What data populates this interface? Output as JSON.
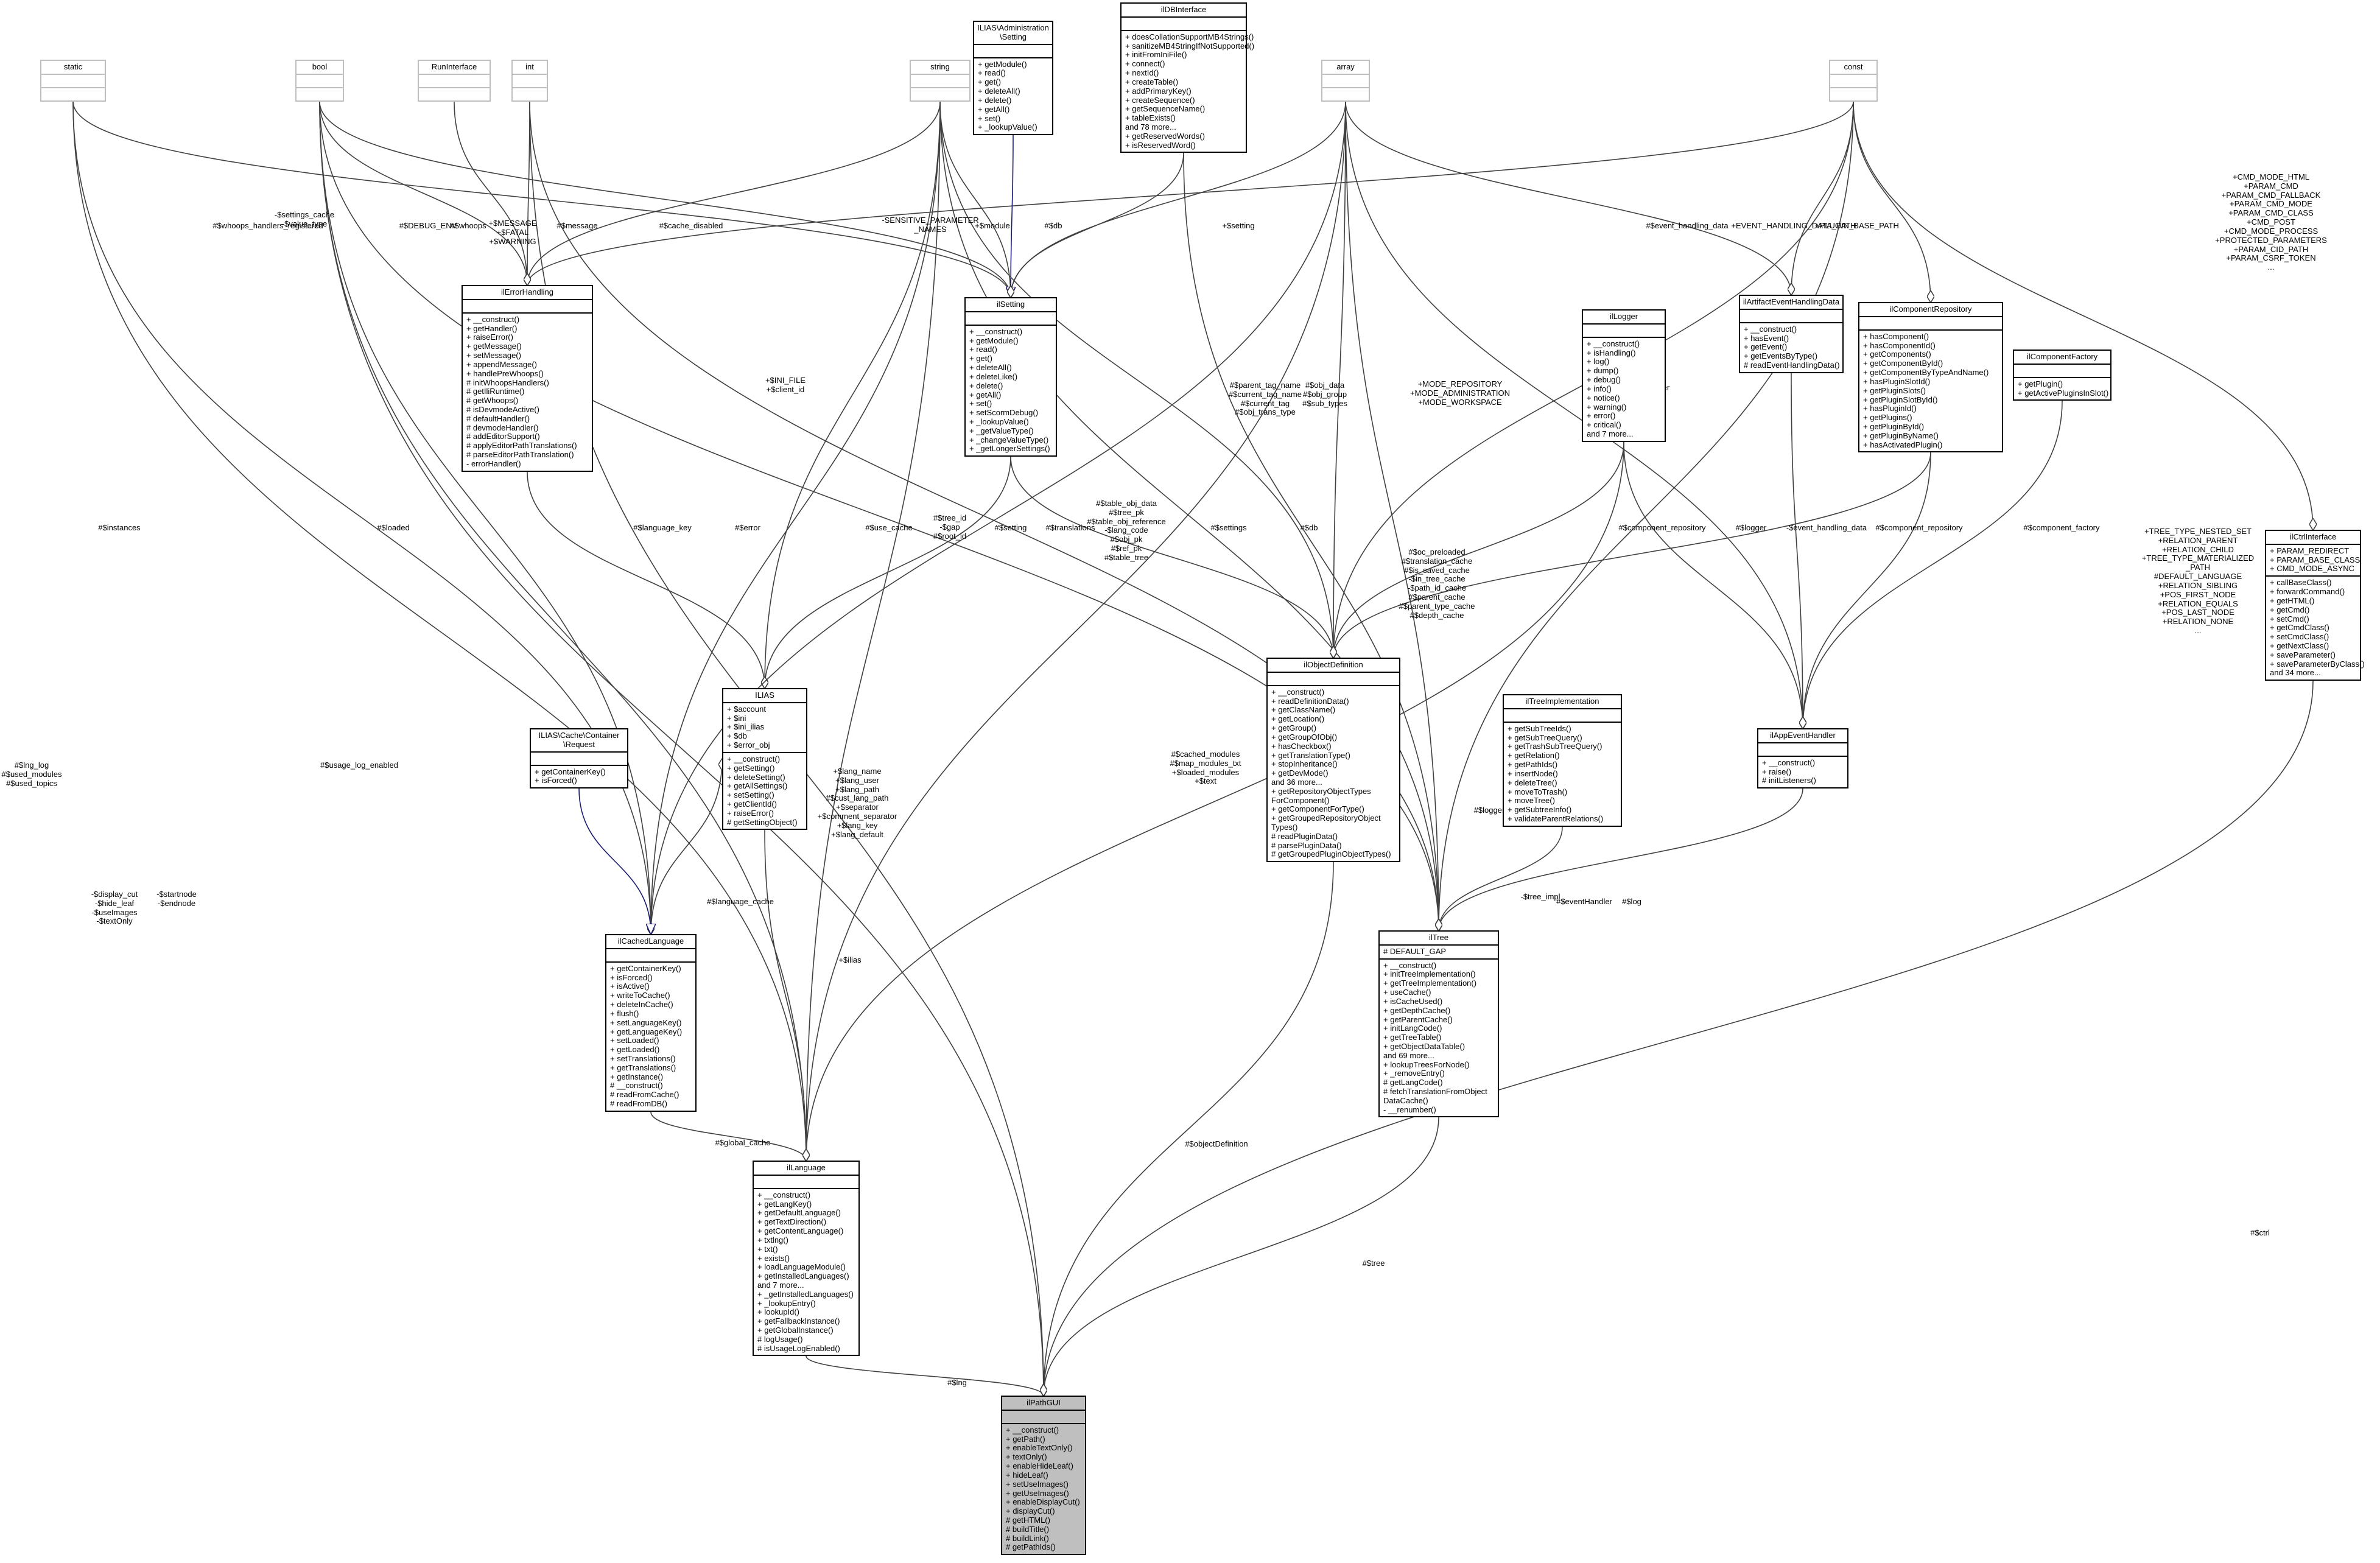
{
  "diagram": {
    "nodes": [
      {
        "key": "static",
        "title": "static",
        "grey": true,
        "sections": [
          [],
          []
        ]
      },
      {
        "key": "bool",
        "title": "bool",
        "grey": true,
        "sections": [
          [],
          []
        ]
      },
      {
        "key": "RunInterface",
        "title": "RunInterface",
        "grey": true,
        "sections": [
          [],
          []
        ]
      },
      {
        "key": "int",
        "title": "int",
        "grey": true,
        "sections": [
          [],
          []
        ]
      },
      {
        "key": "string",
        "title": "string",
        "grey": true,
        "sections": [
          [],
          []
        ]
      },
      {
        "key": "Setting",
        "title": "ILIAS\\Administration\n\\Setting",
        "sections": [
          [],
          [
            "+ getModule()",
            "+ read()",
            "+ get()",
            "+ deleteAll()",
            "+ delete()",
            "+ getAll()",
            "+ set()",
            "+ _lookupValue()"
          ]
        ]
      },
      {
        "key": "ilDBInterface",
        "title": "ilDBInterface",
        "sections": [
          [],
          [
            "+ doesCollationSupportMB4Strings()",
            "+ sanitizeMB4StringIfNotSupported()",
            "+ initFromIniFile()",
            "+ connect()",
            "+ nextId()",
            "+ createTable()",
            "+ addPrimaryKey()",
            "+ createSequence()",
            "+ getSequenceName()",
            "+ tableExists()",
            "and 78 more...",
            "+ getReservedWords()",
            "+ isReservedWord()"
          ]
        ]
      },
      {
        "key": "array",
        "title": "array",
        "grey": true,
        "sections": [
          [],
          []
        ]
      },
      {
        "key": "const",
        "title": "const",
        "grey": true,
        "sections": [
          [],
          []
        ]
      },
      {
        "key": "ilErrorHandling",
        "title": "ilErrorHandling",
        "sections": [
          [],
          [
            "+ __construct()",
            "+ getHandler()",
            "+ raiseError()",
            "+ getMessage()",
            "+ setMessage()",
            "+ appendMessage()",
            "+ handlePreWhoops()",
            "# initWhoopsHandlers()",
            "# getIliRuntime()",
            "# getWhoops()",
            "# isDevmodeActive()",
            "# defaultHandler()",
            "# devmodeHandler()",
            "# addEditorSupport()",
            "# applyEditorPathTranslations()",
            "# parseEditorPathTranslation()",
            "- errorHandler()"
          ]
        ]
      },
      {
        "key": "ilSetting",
        "title": "ilSetting",
        "sections": [
          [],
          [
            "+ __construct()",
            "+ getModule()",
            "+ read()",
            "+ get()",
            "+ deleteAll()",
            "+ deleteLike()",
            "+ delete()",
            "+ getAll()",
            "+ set()",
            "+ setScormDebug()",
            "+ _lookupValue()",
            "+ _getValueType()",
            "+ _changeValueType()",
            "+ _getLongerSettings()"
          ]
        ]
      },
      {
        "key": "ilLogger",
        "title": "ilLogger",
        "sections": [
          [],
          [
            "+ __construct()",
            "+ isHandling()",
            "+ log()",
            "+ dump()",
            "+ debug()",
            "+ info()",
            "+ notice()",
            "+ warning()",
            "+ error()",
            "+ critical()",
            "and 7 more..."
          ]
        ]
      },
      {
        "key": "ilArtifactEventHandlingData",
        "title": "ilArtifactEventHandlingData",
        "sections": [
          [],
          [
            "+ __construct()",
            "+ hasEvent()",
            "+ getEvent()",
            "+ getEventsByType()",
            "# readEventHandlingData()"
          ]
        ]
      },
      {
        "key": "ilComponentRepository",
        "title": "ilComponentRepository",
        "sections": [
          [],
          [
            "+ hasComponent()",
            "+ hasComponentId()",
            "+ getComponents()",
            "+ getComponentById()",
            "+ getComponentByTypeAndName()",
            "+ hasPluginSlotId()",
            "+ getPluginSlots()",
            "+ getPluginSlotById()",
            "+ hasPluginId()",
            "+ getPlugins()",
            "+ getPluginById()",
            "+ getPluginByName()",
            "+ hasActivatedPlugin()"
          ]
        ]
      },
      {
        "key": "ilComponentFactory",
        "title": "ilComponentFactory",
        "sections": [
          [],
          [
            "+ getPlugin()",
            "+ getActivePluginsInSlot()"
          ]
        ]
      },
      {
        "key": "ilCtrlInterface",
        "title": "ilCtrlInterface",
        "sections": [
          [
            "+ PARAM_REDIRECT",
            "+ PARAM_BASE_CLASS",
            "+ CMD_MODE_ASYNC"
          ],
          [
            "+ callBaseClass()",
            "+ forwardCommand()",
            "+ getHTML()",
            "+ getCmd()",
            "+ setCmd()",
            "+ getCmdClass()",
            "+ setCmdClass()",
            "+ getNextClass()",
            "+ saveParameter()",
            "+ saveParameterByClass()",
            "and 34 more..."
          ]
        ]
      },
      {
        "key": "ILIAS",
        "title": "ILIAS",
        "sections": [
          [
            "+ $account",
            "+ $ini",
            "+ $ini_ilias",
            "+ $db",
            "+ $error_obj"
          ],
          [
            "+ __construct()",
            "+ getSetting()",
            "+ deleteSetting()",
            "+ getAllSettings()",
            "+ setSetting()",
            "+ getClientId()",
            "+ raiseError()",
            "# getSettingObject()"
          ]
        ]
      },
      {
        "key": "Request",
        "title": "ILIAS\\Cache\\Container\n\\Request",
        "sections": [
          [],
          [
            "+ getContainerKey()",
            "+ isForced()"
          ]
        ]
      },
      {
        "key": "ilObjectDefinition",
        "title": "ilObjectDefinition",
        "sections": [
          [],
          [
            "+ __construct()",
            "+ readDefinitionData()",
            "+ getClassName()",
            "+ getLocation()",
            "+ getGroup()",
            "+ getGroupOfObj()",
            "+ hasCheckbox()",
            "+ getTranslationType()",
            "+ stopInheritance()",
            "+ getDevMode()",
            "and 36 more...",
            "+ getRepositoryObjectTypes",
            "ForComponent()",
            "+ getComponentForType()",
            "+ getGroupedRepositoryObject",
            "Types()",
            "# readPluginData()",
            "# parsePluginData()",
            "# getGroupedPluginObjectTypes()"
          ]
        ]
      },
      {
        "key": "ilTreeImplementation",
        "title": "ilTreeImplementation",
        "sections": [
          [],
          [
            "+ getSubTreeIds()",
            "+ getSubTreeQuery()",
            "+ getTrashSubTreeQuery()",
            "+ getRelation()",
            "+ getPathIds()",
            "+ insertNode()",
            "+ deleteTree()",
            "+ moveToTrash()",
            "+ moveTree()",
            "+ getSubtreeInfo()",
            "+ validateParentRelations()"
          ]
        ]
      },
      {
        "key": "ilAppEventHandler",
        "title": "ilAppEventHandler",
        "sections": [
          [],
          [
            "+ __construct()",
            "+ raise()",
            "# initListeners()"
          ]
        ]
      },
      {
        "key": "ilCachedLanguage",
        "title": "ilCachedLanguage",
        "sections": [
          [],
          [
            "+ getContainerKey()",
            "+ isForced()",
            "+ isActive()",
            "+ writeToCache()",
            "+ deleteInCache()",
            "+ flush()",
            "+ setLanguageKey()",
            "+ getLanguageKey()",
            "+ setLoaded()",
            "+ getLoaded()",
            "+ setTranslations()",
            "+ getTranslations()",
            "+ getInstance()",
            "# __construct()",
            "# readFromCache()",
            "# readFromDB()"
          ]
        ]
      },
      {
        "key": "ilTree",
        "title": "ilTree",
        "sections": [
          [
            "# DEFAULT_GAP"
          ],
          [
            "+ __construct()",
            "+ initTreeImplementation()",
            "+ getTreeImplementation()",
            "+ useCache()",
            "+ isCacheUsed()",
            "+ getDepthCache()",
            "+ getParentCache()",
            "+ initLangCode()",
            "+ getTreeTable()",
            "+ getObjectDataTable()",
            "and 69 more...",
            "+ lookupTreesForNode()",
            "+ _removeEntry()",
            "# getLangCode()",
            "# fetchTranslationFromObject",
            "DataCache()",
            "- __renumber()"
          ]
        ]
      },
      {
        "key": "ilLanguage",
        "title": "ilLanguage",
        "sections": [
          [],
          [
            "+ __construct()",
            "+ getLangKey()",
            "+ getDefaultLanguage()",
            "+ getTextDirection()",
            "+ getContentLanguage()",
            "+ txtlng()",
            "+ txt()",
            "+ exists()",
            "+ loadLanguageModule()",
            "+ getInstalledLanguages()",
            "and 7 more...",
            "+ _getInstalledLanguages()",
            "+ _lookupEntry()",
            "+ lookupId()",
            "+ getFallbackInstance()",
            "+ getGlobalInstance()",
            "# logUsage()",
            "# isUsageLogEnabled()"
          ]
        ]
      },
      {
        "key": "ilPathGUI",
        "title": "ilPathGUI",
        "focus": true,
        "sections": [
          [],
          [
            "+ __construct()",
            "+ getPath()",
            "+ enableTextOnly()",
            "+ textOnly()",
            "+ enableHideLeaf()",
            "+ hideLeaf()",
            "+ setUseImages()",
            "+ getUseImages()",
            "+ enableDisplayCut()",
            "+ displayCut()",
            "# getHTML()",
            "# buildTitle()",
            "# buildLink()",
            "# getPathIds()"
          ]
        ]
      }
    ],
    "edge_labels": [
      "-$settings_cache\n-$value_type",
      "#$whoops_handlers_registered",
      "#$DEBUG_ENV",
      "#$whoops",
      "+$MESSAGE\n+$FATAL\n+$WARNING",
      "#$message",
      "#$cache_disabled",
      "-SENSITIVE_PARAMETER\n_NAMES",
      "+$module",
      "#$db",
      "+$setting",
      "#$event_handling_data",
      "+EVENT_HANDLING_DATA_PATH",
      "+PLUGIN_BASE_PATH",
      "+CMD_MODE_HTML\n+PARAM_CMD\n+PARAM_CMD_FALLBACK\n+PARAM_CMD_MODE\n+PARAM_CMD_CLASS\n+CMD_POST\n+CMD_MODE_PROCESS\n+PROTECTED_PARAMETERS\n+PARAM_CID_PATH\n+PARAM_CSRF_TOKEN\n...",
      "+$INI_FILE\n+$client_id",
      "#$parent_tag_name\n#$current_tag_name\n#$current_tag\n#$obj_trans_type",
      "#$obj_data\n#$obj_group\n#$sub_types",
      "+MODE_REPOSITORY\n+MODE_ADMINISTRATION\n+MODE_WORKSPACE",
      "#$listener",
      "#$instances",
      "#$loaded",
      "#$language_key",
      "#$error",
      "#$use_cache",
      "#$tree_id\n-$gap\n#$root_id",
      "#$setting",
      "#$translations",
      "#$table_obj_data\n#$tree_pk\n#$table_obj_reference\n-$lang_code\n#$obj_pk\n#$ref_pk\n#$table_tree",
      "#$settings",
      "#$db",
      "#$oc_preloaded\n#$translation_cache\n#$is_saved_cache\n-$in_tree_cache\n-$path_id_cache\n#$parent_cache\n#$parent_type_cache\n#$depth_cache",
      "#$component_repository",
      "#$logger",
      "-$event_handling_data",
      "#$component_repository",
      "#$component_factory",
      "+TREE_TYPE_NESTED_SET\n+RELATION_PARENT\n+RELATION_CHILD\n+TREE_TYPE_MATERIALIZED\n_PATH\n#DEFAULT_LANGUAGE\n+RELATION_SIBLING\n+POS_FIRST_NODE\n+RELATION_EQUALS\n+POS_LAST_NODE\n+RELATION_NONE\n...",
      "#$lng_log\n#$used_modules\n#$used_topics",
      "#$usage_log_enabled",
      "+$lang_name\n+$lang_user\n+$lang_path\n#$cust_lang_path\n+$separator\n+$comment_separator\n+$lang_key\n+$lang_default",
      "#$cached_modules\n#$map_modules_txt\n+$loaded_modules\n+$text",
      "#$language_cache",
      "+$ilias",
      "#$logger",
      "-$tree_impl",
      "#$eventHandler",
      "#$log",
      "#$global_cache",
      "#$objectDefinition",
      "-$display_cut\n-$hide_leaf\n-$useImages\n-$textOnly",
      "-$startnode\n-$endnode",
      "#$tree",
      "#$lng",
      "#$ctrl"
    ]
  }
}
